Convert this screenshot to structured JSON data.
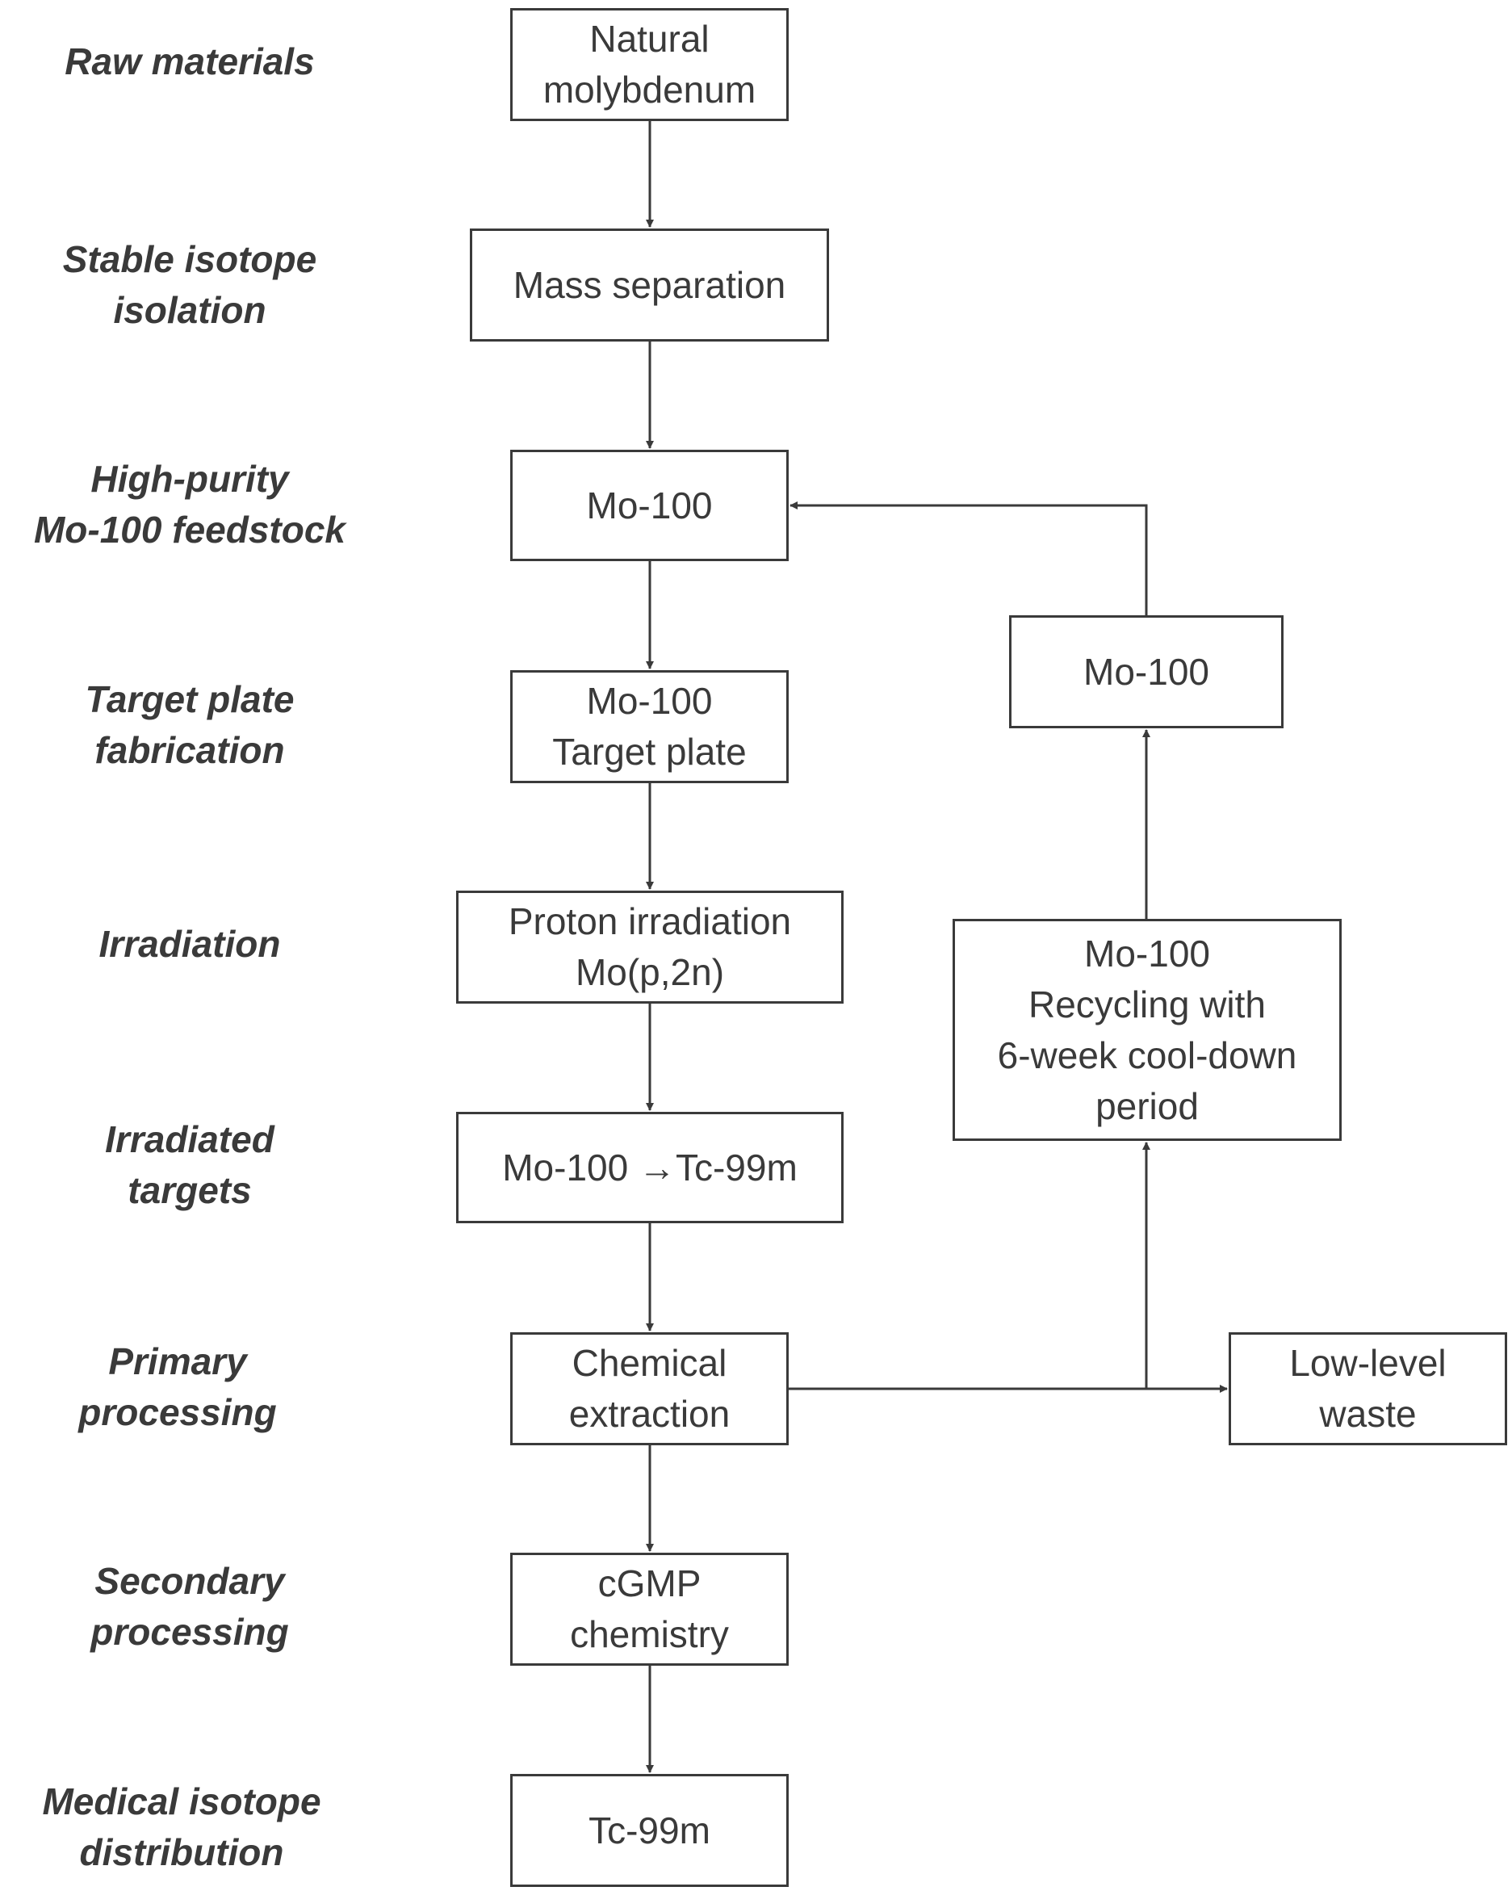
{
  "stages": [
    "Raw materials",
    "Stable isotope\nisolation",
    "High-purity\nMo-100 feedstock",
    "Target plate\nfabrication",
    "Irradiation",
    "Irradiated\ntargets",
    "Primary\nprocessing",
    "Secondary\nprocessing",
    "Medical isotope\ndistribution"
  ],
  "boxes": {
    "natural_molybdenum": "Natural\nmolybdenum",
    "mass_separation": "Mass separation",
    "mo100_feedstock": "Mo-100",
    "target_plate": "Mo-100\nTarget plate",
    "proton_irradiation": "Proton irradiation\nMo(p,2n)",
    "irradiated_targets": "Mo-100 →Tc-99m",
    "chemical_extraction": "Chemical\nextraction",
    "cgmp_chemistry": "cGMP\nchemistry",
    "tc99m": "Tc-99m",
    "mo100_recovered": "Mo-100",
    "recycling": "Mo-100\nRecycling with\n6-week cool-down\nperiod",
    "low_level_waste": "Low-level\nwaste"
  }
}
